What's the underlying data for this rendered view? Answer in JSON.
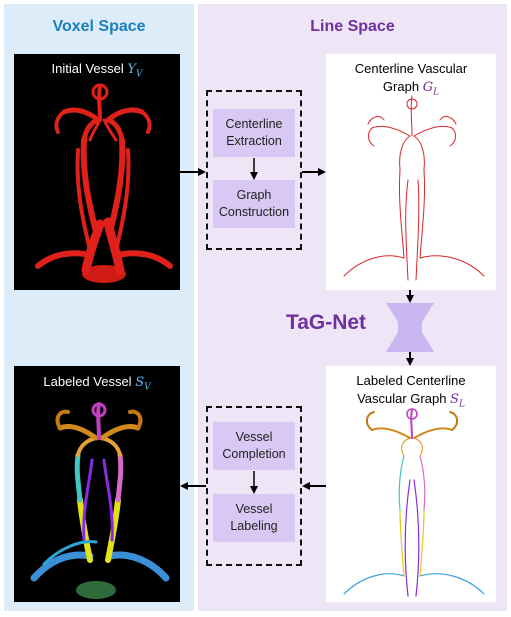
{
  "sections": {
    "voxel_title": "Voxel Space",
    "line_title": "Line Space"
  },
  "images": {
    "initial_caption": "Initial Vessel",
    "initial_symbol": "Y",
    "initial_sub": "V",
    "centerline_caption_1": "Centerline Vascular",
    "centerline_caption_2": "Graph",
    "centerline_symbol": "G",
    "centerline_sub": "L",
    "labeled_caption": "Labeled Vessel",
    "labeled_symbol": "S",
    "labeled_sub": "V",
    "labeled_cl_caption_1": "Labeled Centerline",
    "labeled_cl_caption_2": "Vascular Graph",
    "labeled_cl_symbol": "S",
    "labeled_cl_sub": "L"
  },
  "steps": {
    "centerline_extraction": [
      "Centerline",
      "Extraction"
    ],
    "graph_construction": [
      "Graph",
      "Construction"
    ],
    "vessel_completion": [
      "Vessel",
      "Completion"
    ],
    "vessel_labeling": [
      "Vessel",
      "Labeling"
    ]
  },
  "model_name": "TaG-Net",
  "colors": {
    "voxel_title": "#1b7fc0",
    "line_title": "#7030a0",
    "step_fill": "#d8c8f3",
    "vessel_red": "#e0201a",
    "hourglass": "#c9b6f0"
  }
}
